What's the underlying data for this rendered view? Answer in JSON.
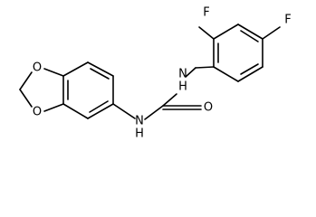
{
  "molecule": {
    "atoms": [
      {
        "id": "F1",
        "label": "F"
      },
      {
        "id": "F2",
        "label": "F"
      },
      {
        "id": "NH_top",
        "label": "H\nN"
      },
      {
        "id": "NH_bottom",
        "label": "N\nH"
      },
      {
        "id": "O_carbonyl",
        "label": "O"
      },
      {
        "id": "O_ring_top",
        "label": "O"
      },
      {
        "id": "O_ring_bottom",
        "label": "O"
      }
    ]
  }
}
